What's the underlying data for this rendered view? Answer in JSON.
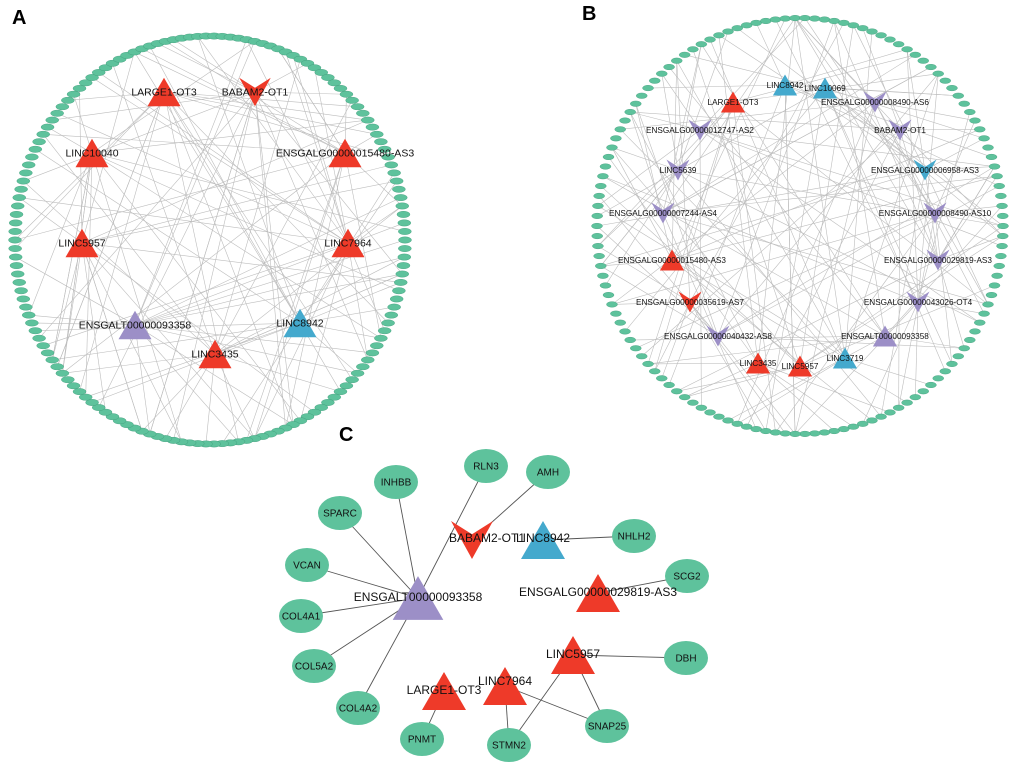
{
  "colors": {
    "lncrna_red": "#ee3a29",
    "lncrna_blue": "#44a9cd",
    "lncrna_purple": "#9c8fc7",
    "mrna_green": "#5ec29c",
    "mrna_green_stroke": "#3e9a78",
    "edge_gray": "#bdbdbd",
    "edge_dark": "#555555"
  },
  "panels": [
    {
      "letter": "A",
      "hubs": [
        {
          "label": "LARGE1-OT3",
          "shape": "triangle-up",
          "color": "red"
        },
        {
          "label": "BABAM2-OT1",
          "shape": "v",
          "color": "red"
        },
        {
          "label": "LINC10040",
          "shape": "triangle-up",
          "color": "red"
        },
        {
          "label": "ENSGALG00000015480-AS3",
          "shape": "triangle-up",
          "color": "red"
        },
        {
          "label": "LINC5957",
          "shape": "triangle-up",
          "color": "red"
        },
        {
          "label": "LINC7964",
          "shape": "triangle-up",
          "color": "red"
        },
        {
          "label": "ENSGALT00000093358",
          "shape": "triangle-up",
          "color": "purple"
        },
        {
          "label": "LINC8942",
          "shape": "triangle-up",
          "color": "blue"
        },
        {
          "label": "LINC3435",
          "shape": "triangle-up",
          "color": "red"
        }
      ]
    },
    {
      "letter": "B",
      "hubs": [
        {
          "label": "LINC8942",
          "shape": "triangle-up",
          "color": "blue"
        },
        {
          "label": "LINC10069",
          "shape": "triangle-up",
          "color": "blue"
        },
        {
          "label": "LARGE1-OT3",
          "shape": "triangle-up",
          "color": "red"
        },
        {
          "label": "ENSGALG00000008490-AS6",
          "shape": "v",
          "color": "purple"
        },
        {
          "label": "ENSGALG00000012747-AS2",
          "shape": "v",
          "color": "purple"
        },
        {
          "label": "BABAM2-OT1",
          "shape": "v",
          "color": "purple"
        },
        {
          "label": "LINC5639",
          "shape": "v",
          "color": "purple"
        },
        {
          "label": "ENSGALG00000006958-AS3",
          "shape": "v",
          "color": "blue"
        },
        {
          "label": "ENSGALG00000007244-AS4",
          "shape": "v",
          "color": "purple"
        },
        {
          "label": "ENSGALG00000008490-AS10",
          "shape": "v",
          "color": "purple"
        },
        {
          "label": "ENSGALG00000015480-AS3",
          "shape": "triangle-up",
          "color": "red"
        },
        {
          "label": "ENSGALG00000029819-AS3",
          "shape": "v",
          "color": "purple"
        },
        {
          "label": "ENSGALG00000035619-AS7",
          "shape": "v",
          "color": "red"
        },
        {
          "label": "ENSGALG00000043026-OT4",
          "shape": "v",
          "color": "purple"
        },
        {
          "label": "ENSGALG00000040432-AS8",
          "shape": "v",
          "color": "purple"
        },
        {
          "label": "ENSGALT00000093358",
          "shape": "triangle-up",
          "color": "purple"
        },
        {
          "label": "LINC3435",
          "shape": "triangle-up",
          "color": "red"
        },
        {
          "label": "LINC5957",
          "shape": "triangle-up",
          "color": "red"
        },
        {
          "label": "LINC3719",
          "shape": "triangle-up",
          "color": "blue"
        }
      ]
    },
    {
      "letter": "C",
      "lncrnas": [
        {
          "label": "BABAM2-OT1",
          "shape": "v",
          "color": "red"
        },
        {
          "label": "LINC8942",
          "shape": "triangle-up",
          "color": "blue"
        },
        {
          "label": "ENSGALT00000093358",
          "shape": "triangle-up",
          "color": "purple"
        },
        {
          "label": "ENSGALG00000029819-AS3",
          "shape": "triangle-up",
          "color": "red"
        },
        {
          "label": "LARGE1-OT3",
          "shape": "triangle-up",
          "color": "red"
        },
        {
          "label": "LINC5957",
          "shape": "triangle-up",
          "color": "red"
        },
        {
          "label": "LINC7964",
          "shape": "triangle-up",
          "color": "red"
        }
      ],
      "genes": [
        "INHBB",
        "RLN3",
        "AMH",
        "SPARC",
        "NHLH2",
        "VCAN",
        "SCG2",
        "COL4A1",
        "COL5A2",
        "DBH",
        "COL4A2",
        "PNMT",
        "STMN2",
        "SNAP25"
      ],
      "edges": [
        [
          "ENSGALT00000093358",
          "INHBB"
        ],
        [
          "ENSGALT00000093358",
          "RLN3"
        ],
        [
          "ENSGALT00000093358",
          "SPARC"
        ],
        [
          "ENSGALT00000093358",
          "VCAN"
        ],
        [
          "ENSGALT00000093358",
          "COL4A1"
        ],
        [
          "ENSGALT00000093358",
          "COL5A2"
        ],
        [
          "ENSGALT00000093358",
          "COL4A2"
        ],
        [
          "BABAM2-OT1",
          "AMH"
        ],
        [
          "LINC8942",
          "NHLH2"
        ],
        [
          "ENSGALG00000029819-AS3",
          "SCG2"
        ],
        [
          "LARGE1-OT3",
          "PNMT"
        ],
        [
          "LINC5957",
          "DBH"
        ],
        [
          "LINC5957",
          "SNAP25"
        ],
        [
          "LINC5957",
          "STMN2"
        ],
        [
          "LINC7964",
          "STMN2"
        ],
        [
          "LINC7964",
          "SNAP25"
        ]
      ]
    }
  ]
}
